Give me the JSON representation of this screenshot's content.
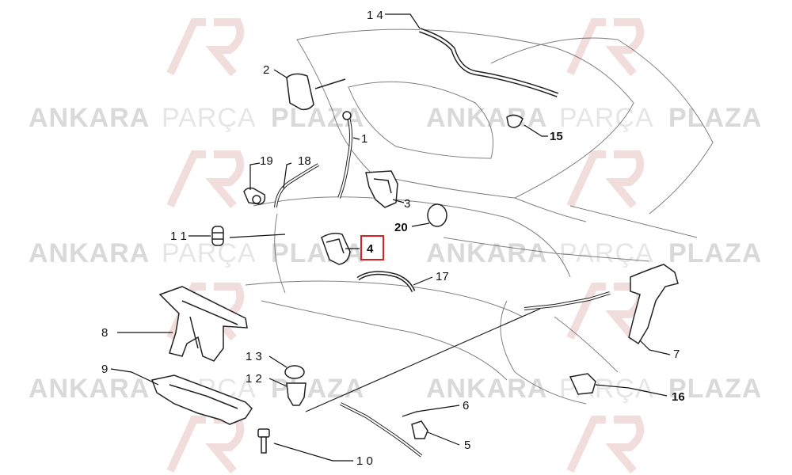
{
  "watermark": {
    "word1": "ANKARA",
    "word2": "PARÇA",
    "word3": "PLAZA",
    "logo_text": "AP",
    "color_dark": "#d9d9d9",
    "color_light": "#e6e6e6",
    "logo_color": "#f1dada"
  },
  "diagram": {
    "line_color": "#222222",
    "highlight_color": "#d81f26",
    "highlighted_part": "4",
    "callouts": {
      "c1": "1",
      "c2": "2",
      "c3": "3",
      "c4": "4",
      "c5": "5",
      "c6": "6",
      "c7": "7",
      "c8": "8",
      "c9": "9",
      "c10": "1 0",
      "c11": "1 1",
      "c12": "1 2",
      "c13": "1 3",
      "c14": "1 4",
      "c15": "15",
      "c16": "16",
      "c17": "17",
      "c18": "18",
      "c19": "19",
      "c20": "20"
    }
  }
}
